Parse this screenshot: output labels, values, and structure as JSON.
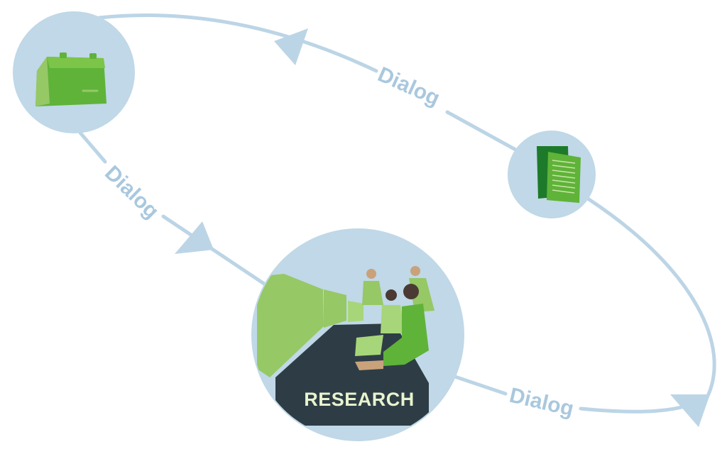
{
  "diagram": {
    "edges": [
      {
        "id": "feedback",
        "label": "Dialog"
      },
      {
        "id": "to-research",
        "label": "Dialog"
      },
      {
        "id": "research-out",
        "label": "Dialog"
      }
    ],
    "nodes": {
      "product": {
        "icon": "product-box-icon"
      },
      "documents": {
        "icon": "documents-icon"
      },
      "research": {
        "icon": "research-team-icon",
        "label": "RESEARCH"
      }
    }
  },
  "colors": {
    "circle": "#c0d8e7",
    "line": "#bcd5e6",
    "label": "#a9c8de",
    "green_light": "#96c866",
    "green_mid": "#5fb339",
    "green_dark": "#1d7a2a",
    "desk": "#2e3d45",
    "research_text": "#e8f3cf"
  }
}
